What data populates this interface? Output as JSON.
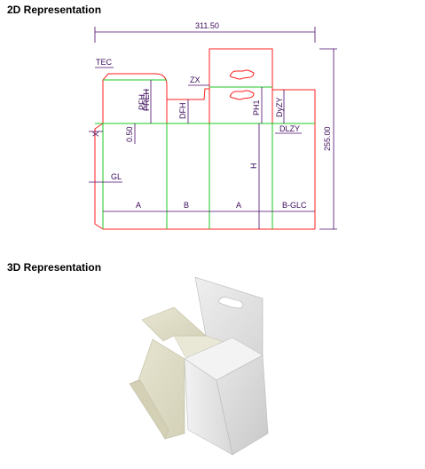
{
  "headings": {
    "two_d": "2D Representation",
    "three_d": "3D Representation"
  },
  "dimensions": {
    "width": "311.50",
    "height": "255.00",
    "tec": "TEC",
    "zx": "ZX",
    "preh": "PREH",
    "pfh": "PFH",
    "dfh": "DFH",
    "ph1": "PH1",
    "dyzy": "DyZY",
    "dlzy": "DLZY",
    "x": "X",
    "offset": "0.50",
    "gl": "GL",
    "h": "H",
    "a1": "A",
    "b1": "B",
    "a2": "A",
    "bglc": "B-GLC"
  },
  "colors": {
    "cut_line": "#ff2020",
    "fold_line": "#22c722",
    "dimension": "#4b0a6b"
  }
}
